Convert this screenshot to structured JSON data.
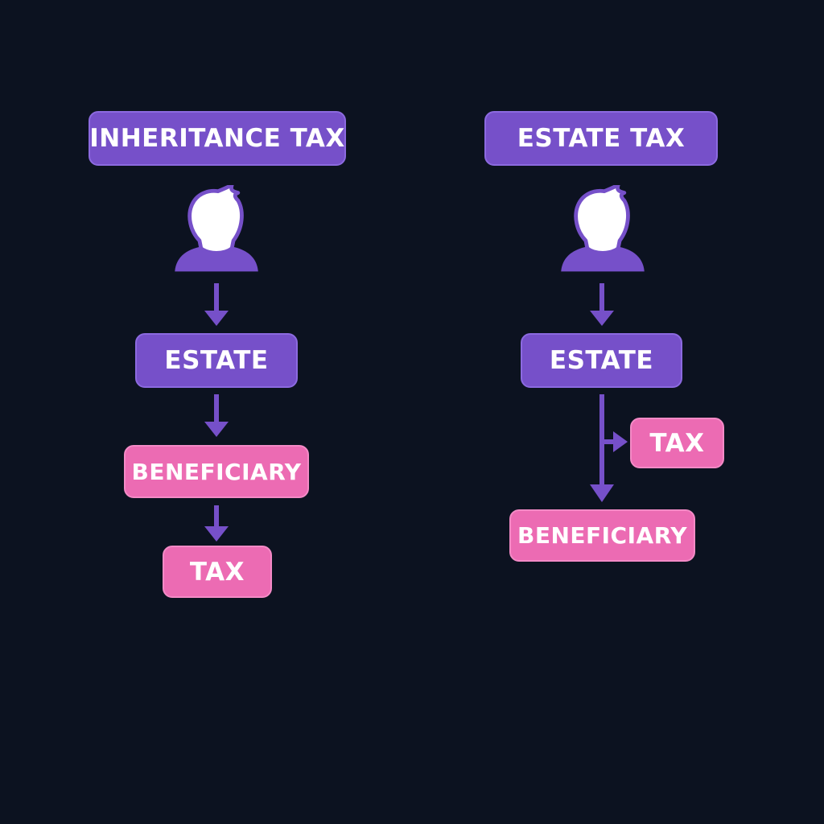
{
  "colors": {
    "background": "#0c1220",
    "purple": "#7650c9",
    "pink": "#ec6bb3",
    "arrow": "#7650c9",
    "text": "#ffffff"
  },
  "left": {
    "title": "INHERITANCE TAX",
    "icon": "person-icon",
    "estate": "ESTATE",
    "beneficiary": "BENEFICIARY",
    "tax": "TAX"
  },
  "right": {
    "title": "ESTATE TAX",
    "icon": "person-icon",
    "estate": "ESTATE",
    "tax": "TAX",
    "beneficiary": "BENEFICIARY"
  }
}
